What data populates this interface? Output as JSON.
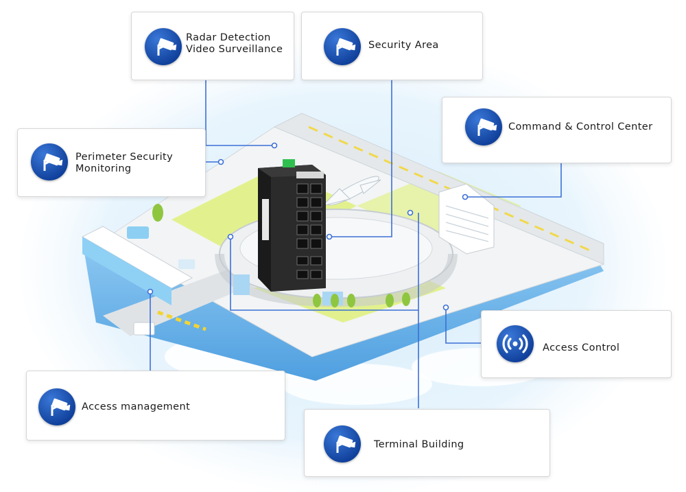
{
  "accent_color": "#1f57c3",
  "labels": {
    "radar": [
      "Radar Detection",
      "Video Surveillance"
    ],
    "security_area": "Security Area",
    "command_center": "Command & Control Center",
    "perimeter": [
      "Perimeter Security",
      "Monitoring"
    ],
    "access_control": "Access Control",
    "access_management": "Access management",
    "terminal_building": "Terminal Building"
  },
  "icons": {
    "radar": "cctv-camera-icon",
    "security_area": "cctv-camera-icon",
    "command_center": "cctv-camera-icon",
    "perimeter": "cctv-camera-icon",
    "access_control": "wireless-signal-icon",
    "access_management": "cctv-camera-icon",
    "terminal_building": "cctv-camera-icon"
  }
}
